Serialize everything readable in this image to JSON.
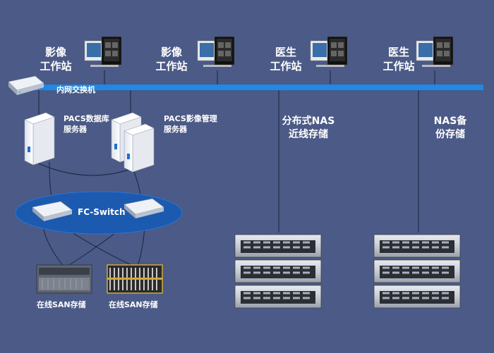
{
  "workstations": [
    {
      "line1": "影像",
      "line2": "工作站"
    },
    {
      "line1": "影像",
      "line2": "工作站"
    },
    {
      "line1": "医生",
      "line2": "工作站"
    },
    {
      "line1": "医生",
      "line2": "工作站"
    }
  ],
  "switch": {
    "label": "内网交换机"
  },
  "servers": {
    "db": {
      "line1": "PACS数据库",
      "line2": "服务器"
    },
    "img": {
      "line1": "PACS影像管理",
      "line2": "服务器"
    }
  },
  "fc_switch": {
    "label": "FC-Switch"
  },
  "san": [
    {
      "label": "在线SAN存储"
    },
    {
      "label": "在线SAN存储"
    }
  ],
  "nas_near": {
    "line1": "分布式NAS",
    "line2": "近线存储"
  },
  "nas_backup": {
    "line1": "NAS备",
    "line2": "份存储"
  },
  "colors": {
    "background": "#4b5a86",
    "bus": "#1e8ae6",
    "ellipse": "#1c5ab0"
  }
}
